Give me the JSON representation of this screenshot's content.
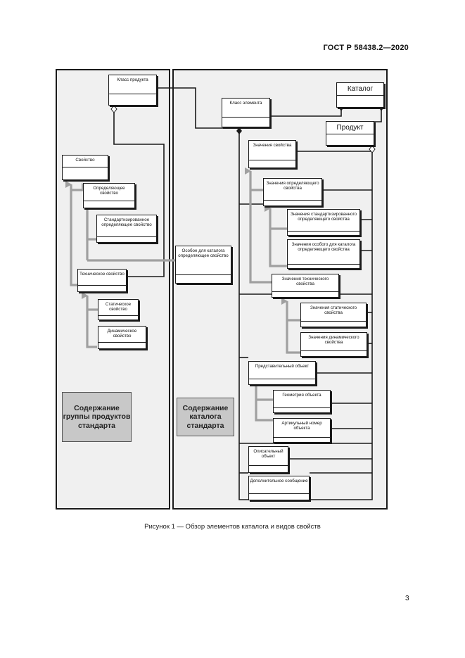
{
  "header": {
    "standard_ref": "ГОСТ Р 58438.2—2020"
  },
  "diagram": {
    "legend_left": "Содержание группы продуктов стандарта",
    "legend_right": "Содержание каталога стандарта",
    "boxes": {
      "product_class": "Класс продукта",
      "catalog": "Каталог",
      "element_class": "Класс элемента",
      "product": "Продукт",
      "property_values": "Значения свойства",
      "property": "Свойство",
      "defining_property": "Определяющее свойство",
      "standardized_defining_property": "Стандартизированное определяющее свойство",
      "defining_property_values": "Значения определяющего свойства",
      "standardized_defining_property_values": "Значения стандартизированного определяющего свойства",
      "catalog_specific_defining_property_values": "Значения особого для каталога определяющего свойства",
      "catalog_specific_defining_property": "Особое для каталога определяющее свойство",
      "technical_property": "Техническое свойство",
      "technical_property_values": "Значения технического свойства",
      "static_property": "Статическое свойство",
      "static_property_values": "Значения статического свойства",
      "dynamic_property": "Динамическое свойство",
      "dynamic_property_values": "Значения динамического свойства",
      "representative_object": "Представительный объект",
      "object_geometry": "Геометрия объекта",
      "article_number": "Артикульный номер объекта",
      "descriptive_object": "Описательный объект",
      "additional_info": "Дополнительное сообщение"
    }
  },
  "caption": "Рисунок 1 — Обзор элементов каталога и видов свойств",
  "page_number": "3",
  "colors": {
    "line": "#1a1a1a",
    "inherit_arrow": "#a0a0a0",
    "legend_fill": "#c8c8c8",
    "frame_fill": "#f0f0f0"
  }
}
